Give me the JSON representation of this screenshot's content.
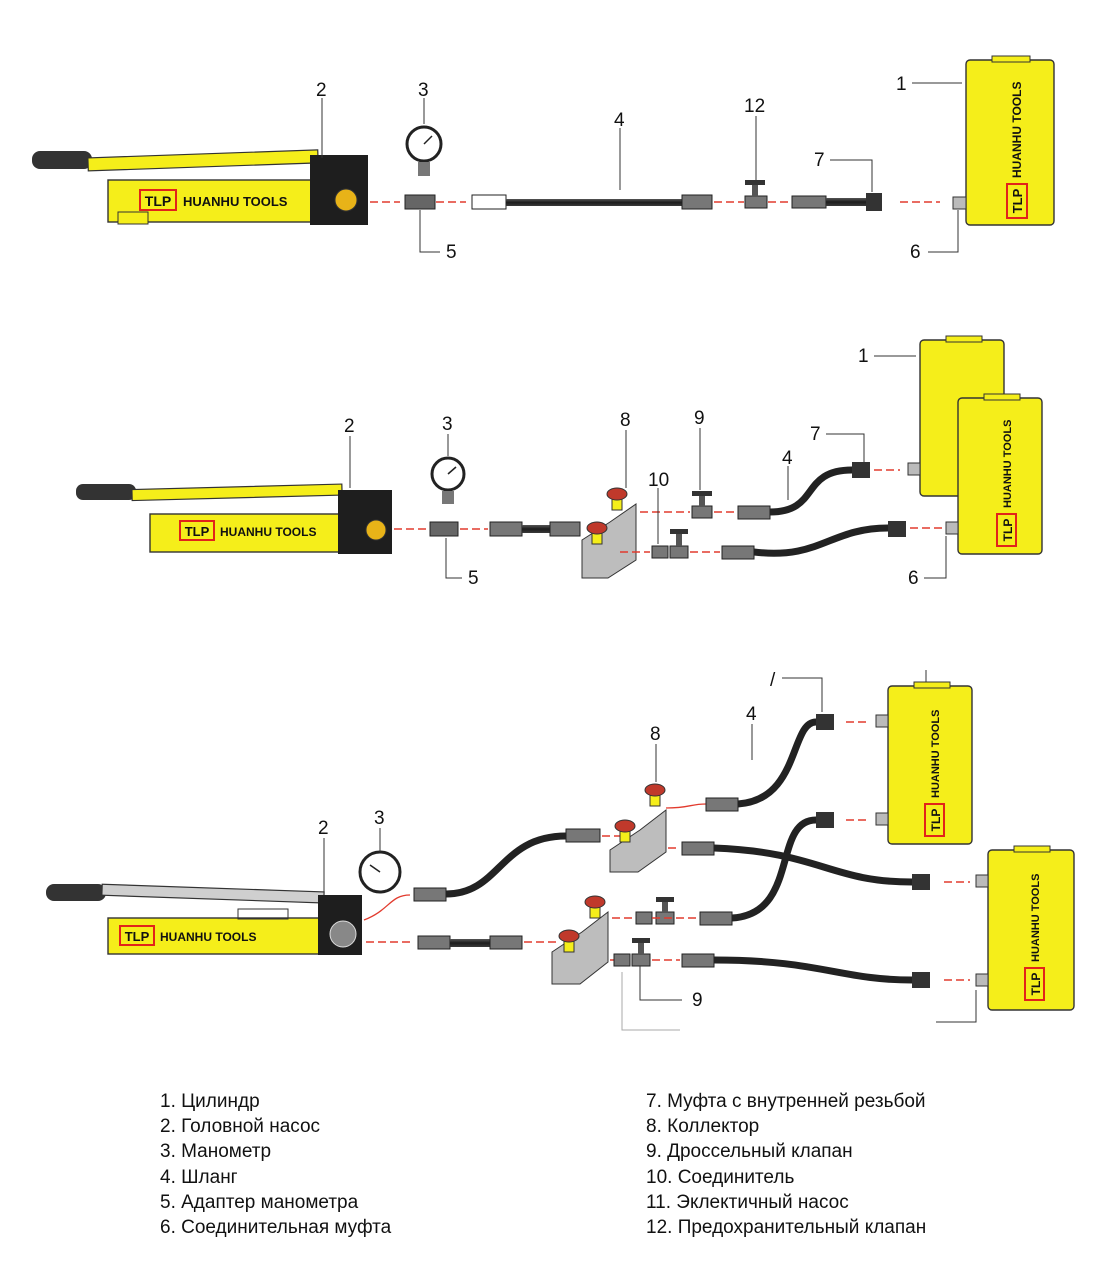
{
  "brand": {
    "mark": "TLP",
    "name": "HUANHU TOOLS"
  },
  "callouts": {
    "d1": {
      "n1": "1",
      "n2": "2",
      "n3": "3",
      "n4": "4",
      "n5": "5",
      "n6": "6",
      "n7": "7",
      "n12": "12"
    },
    "d2": {
      "n1": "1",
      "n2": "2",
      "n3": "3",
      "n4": "4",
      "n5": "5",
      "n6": "6",
      "n7": "7",
      "n8": "8",
      "n9": "9",
      "n10": "10"
    },
    "d3": {
      "n_slash": "/",
      "n2": "2",
      "n3": "3",
      "n4": "4",
      "n8": "8",
      "n9": "9"
    }
  },
  "legend": {
    "left": [
      "1. Цилиндр",
      "2. Головной насос",
      "3. Манометр",
      "4. Шланг",
      "5. Адаптер манометра",
      "6. Соединительная муфта"
    ],
    "right": [
      "7. Муфта с внутренней резьбой",
      "8. Коллектор",
      "9. Дроссельный клапан",
      "10. Соединитель",
      "11. Эклектичный насос",
      "12. Предохранительный клапан"
    ]
  },
  "colors": {
    "yellow": "#f5ee1a",
    "hose": "#2a2a2a",
    "red_dash": "#e23b2e",
    "brand_box": "#e2231a"
  }
}
